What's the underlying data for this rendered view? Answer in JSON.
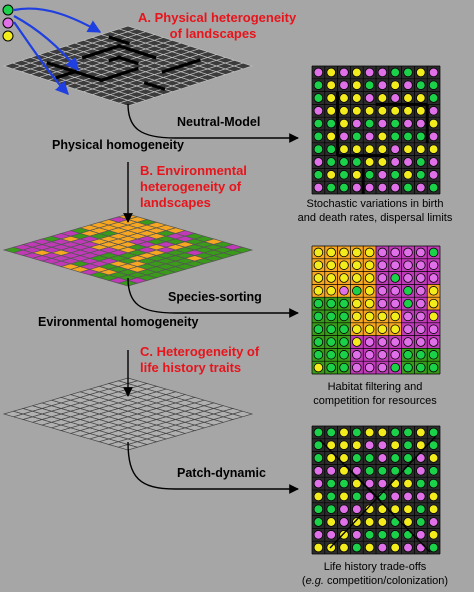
{
  "labels": {
    "section_a_line1": "A. Physical heterogeneity",
    "section_a_line2": "of landscapes",
    "section_b_line1": "B. Environmental",
    "section_b_line2": "heterogeneity  of",
    "section_b_line3": "landscapes",
    "section_c_line1": "C. Heterogeneity of",
    "section_c_line2": "life history traits",
    "physical_homogeneity": "Physical homogeneity",
    "environmental_homogeneity": "Evironmental homogeneity",
    "neutral_model": "Neutral-Model",
    "species_sorting": "Species-sorting",
    "patch_dynamic": "Patch-dynamic"
  },
  "captions": {
    "neutral_line1": "Stochastic variations in birth",
    "neutral_line2": "and death rates, dispersal limits",
    "sorting_line1": "Habitat filtering and",
    "sorting_line2": "competition for resources",
    "patch_line1": "Life history trade-offs",
    "patch_line2_prefix": "e.g.",
    "patch_line2_rest": " competition/colonization)"
  },
  "colors": {
    "background": "#a6a6a6",
    "species_green": "#1bd14a",
    "species_magenta": "#e070e8",
    "species_yellow": "#f3ec1d",
    "habitat_magenta": "#c03ab8",
    "habitat_yellow": "#f6a620",
    "habitat_green": "#3a9a1a",
    "title_red": "#e8141b",
    "arrow_blue": "#1f3fe0"
  },
  "legend_dots": [
    "green",
    "magenta",
    "yellow"
  ]
}
